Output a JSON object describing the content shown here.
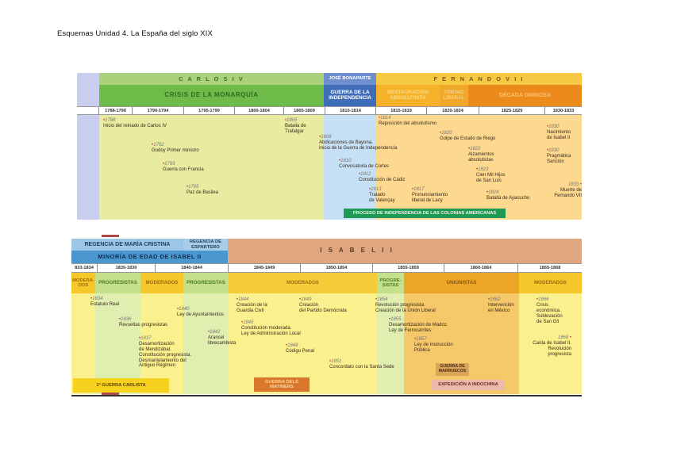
{
  "document": {
    "title": "Esquemas Unidad 4. La España del siglo XIX"
  },
  "timeline1": {
    "reigns": {
      "carlos": "C A R L O S   I V",
      "jose": "JOSÉ BONAPARTE",
      "fernando": "F E R N A N D O   V I I"
    },
    "periods": {
      "crisis": "CRISIS DE LA MONARQUÍA",
      "guerra": "GUERRA DE LA INDEPENDENCIA",
      "restauracion": "RESTAURACIÓN ABSOLUTISTA",
      "trienio": "TRIENIO LIBERAL",
      "decada": "DÉCADA OMINOSA"
    },
    "ticks": [
      "1788-1790",
      "1790-1794",
      "1795-1799",
      "1800-1804",
      "1805-1809",
      "1810-1814",
      "1815-1819",
      "1820-1824",
      "1825-1829",
      "1830-1833"
    ],
    "events": [
      {
        "year": "1788",
        "text": "Inicio del reinado de Carlos IV"
      },
      {
        "year": "1792",
        "text": "Godoy Primer ministro"
      },
      {
        "year": "1793",
        "text": "Guerra con Francia"
      },
      {
        "year": "1795",
        "text": "Paz de Basilea"
      },
      {
        "year": "1805",
        "text": "Batalla de\nTrafalgar"
      },
      {
        "year": "1808",
        "text": "Abdicaciones de Bayona.\nInicio de la Guerra de Independencia"
      },
      {
        "year": "1810",
        "text": "Convocatoria de Cortes"
      },
      {
        "year": "1812",
        "text": "Constitución de Cádiz"
      },
      {
        "year": "1813",
        "text": "Tratado\nde Valençay"
      },
      {
        "year": "1817",
        "text": "Pronunciamiento\nliberal de Lacy"
      },
      {
        "year": "1814",
        "text": "Reposición del absolutismo"
      },
      {
        "year": "1820",
        "text": "Golpe de Estado de Riego"
      },
      {
        "year": "1822",
        "text": "Alzamientos\nabsolutistas"
      },
      {
        "year": "1823",
        "text": "Cien Mil Hijos\nde San Luis"
      },
      {
        "year": "1824",
        "text": "Batalla de Ayacucho"
      },
      {
        "year": "1830",
        "text": "Nacimiento\nde Isabel II"
      },
      {
        "year": "1830",
        "text": "Pragmática\nSanción"
      },
      {
        "year": "1833",
        "text": "Muerte de\nFernando VII"
      }
    ],
    "banner": "PROCESO DE INDEPENDENCIA DE LAS COLONIAS AMERICANAS"
  },
  "timeline2": {
    "regencies": {
      "maria_cristina": "REGENCIA DE MARÍA CRISTINA",
      "espartero": "REGENCIA DE ESPARTERO",
      "minoria": "MINORÍA DE EDAD DE ISABEL II"
    },
    "reign": "I S A B E L   I I",
    "ticks": [
      "833-1834",
      "1835-1839",
      "1840-1844",
      "1845-1849",
      "1850-1854",
      "1855-1859",
      "1860-1864",
      "1865-1868"
    ],
    "parties": [
      "MODERA-\nDOS",
      "PROGRESISTAS",
      "MODERADOS",
      "PROGRESISTAS",
      "MODERADOS",
      "PROGRE-\nSISTAS",
      "UNIONISTAS",
      "MODERADOS"
    ],
    "events": [
      {
        "year": "1834",
        "text": "Estatuto Real"
      },
      {
        "year": "1836",
        "text": "Revueltas progresistas"
      },
      {
        "year": "1837",
        "text": "Desamortización\nde Mendizábal.\nConstitución progresista.\nDesmantelamiento del\nAntiguo Régimen"
      },
      {
        "year": "1840",
        "text": "Ley de Ayuntamientos"
      },
      {
        "year": "1842",
        "text": "Arancel\nlibrecambista"
      },
      {
        "year": "1844",
        "text": "Creación de la\nGuardia Civil"
      },
      {
        "year": "1845",
        "text": "Constitución moderada.\nLey de Administración Local"
      },
      {
        "year": "1848",
        "text": "Código Penal"
      },
      {
        "year": "1849",
        "text": "Creación\ndel Partido Demócrata"
      },
      {
        "year": "1851",
        "text": "Concordato con la Santa Sede"
      },
      {
        "year": "1854",
        "text": "Revolución progresista.\nCreación de la Unión Liberal"
      },
      {
        "year": "1855",
        "text": "Desamortización de Madoz.\nLey de Ferrocarriles"
      },
      {
        "year": "1857",
        "text": "Ley de Instrucción\nPública"
      },
      {
        "year": "1862",
        "text": "Intervención\nen México"
      },
      {
        "year": "1866",
        "text": "Crisis\neconómica.\nSublevación\nde San Gil"
      },
      {
        "year": "1868",
        "text": "Caída de Isabel II.\nRevolución\nprogresista"
      }
    ],
    "wars": {
      "carlista": "1ª GUERRA CARLISTA",
      "matiners": "GUERRA DELS MATINERS",
      "marruecos": "GUERRA DE MARRUECOS",
      "indochina": "EXPEDICIÓN A INDOCHINA"
    }
  },
  "colors": {
    "green_light": "#a9d27a",
    "green_mid": "#6fbb4a",
    "blue_reign": "#5c7fc4",
    "blue_period": "#3f6db8",
    "yellow_reign": "#f4c23a",
    "orange_rest": "#f5b22a",
    "orange_trienio": "#f0a82a",
    "orange_decada": "#ec8b1c",
    "body_green": "#e8eba0",
    "body_blue": "#c6e1f5",
    "body_orange": "#fcd98e",
    "banner_green": "#1f9a54",
    "salmon": "#dfa680",
    "regency_blue": "#8fbde0",
    "minoria_blue": "#4a96cf"
  }
}
